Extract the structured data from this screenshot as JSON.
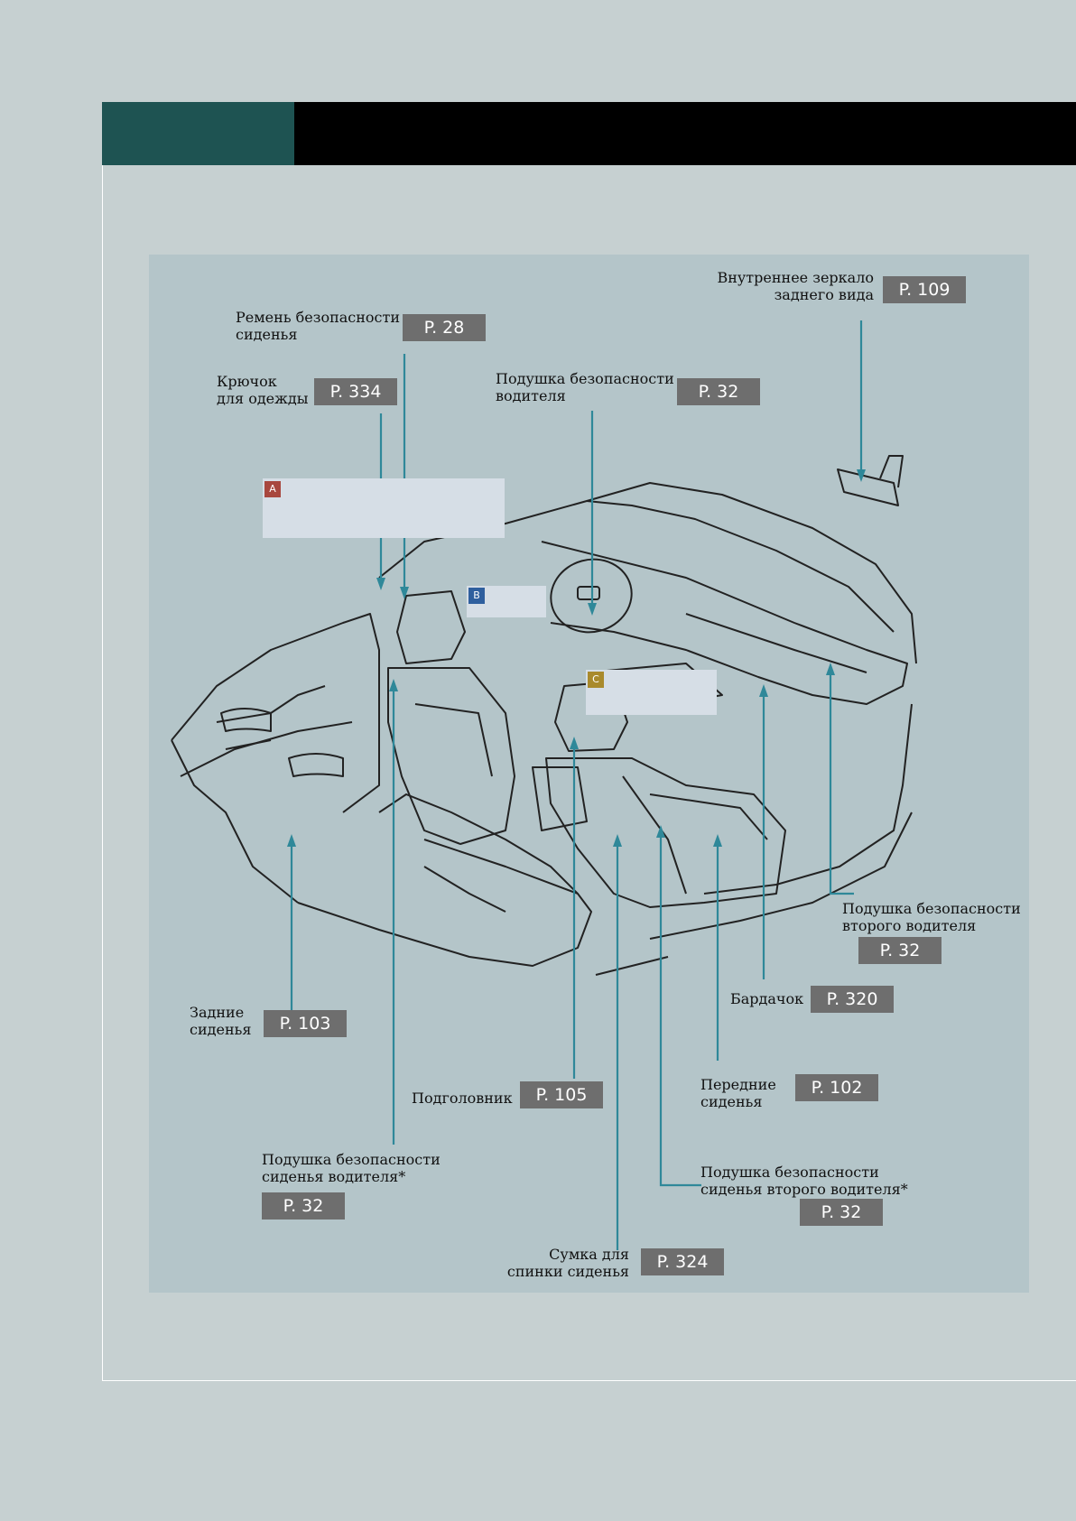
{
  "colors": {
    "page_bg": "#c6d0d1",
    "panel_bg": "#b4c5c9",
    "header_dark_teal": "#1e5352",
    "header_black": "#000000",
    "leader_line": "#2f8899",
    "page_box": "#6e6e6e",
    "marker_a": "#a8473e",
    "marker_b": "#2f5f9e",
    "marker_c": "#a98a2c"
  },
  "callouts": {
    "a": {
      "marker": "A"
    },
    "b": {
      "marker": "B"
    },
    "c": {
      "marker": "C"
    }
  },
  "labels": {
    "mirror": {
      "text": "Внутреннее зеркало\nзаднего вида",
      "page": "P. 109"
    },
    "seatbelt": {
      "text": "Ремень безопасности\nсиденья",
      "page": "P. 28"
    },
    "hook": {
      "text": "Крючок\nдля одежды",
      "page": "P. 334"
    },
    "driver_airbag": {
      "text": "Подушка безопасности\nводителя",
      "page": "P. 32"
    },
    "passenger_airbag": {
      "text": "Подушка безопасности\nвторого водителя",
      "page": "P. 32"
    },
    "glovebox": {
      "text": "Бардачок",
      "page": "P. 320"
    },
    "rear_seats": {
      "text": "Задние\nсиденья",
      "page": "P. 103"
    },
    "headrest": {
      "text": "Подголовник",
      "page": "P. 105"
    },
    "front_seats": {
      "text": "Передние\nсиденья",
      "page": "P. 102"
    },
    "driver_seat_airbag": {
      "text": "Подушка безопасности\nсиденья водителя*",
      "page": "P. 32"
    },
    "passenger_seat_airbag": {
      "text": "Подушка безопасности\nсиденья второго водителя*",
      "page": "P. 32"
    },
    "seatback_pocket": {
      "text": "Сумка для\nспинки сиденья",
      "page": "P. 324"
    }
  }
}
